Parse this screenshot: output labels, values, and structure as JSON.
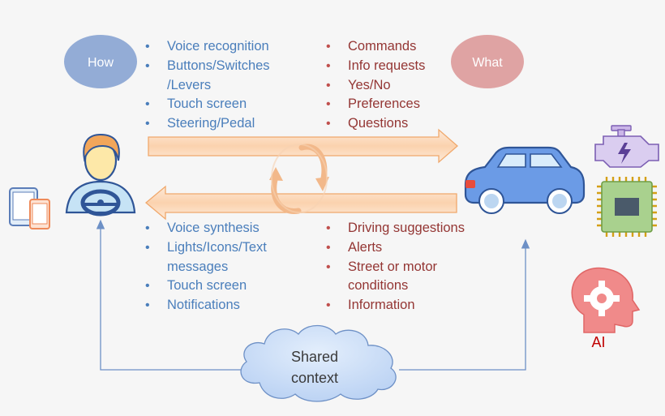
{
  "labels": {
    "how": "How",
    "what": "What",
    "shared_context_line1": "Shared",
    "shared_context_line2": "context",
    "ai": "AI"
  },
  "input_methods": [
    {
      "line1": "Voice recognition"
    },
    {
      "line1": "Buttons/Switches",
      "line2": "/Levers"
    },
    {
      "line1": "Touch screen"
    },
    {
      "line1": "Steering/Pedal"
    }
  ],
  "input_content": [
    {
      "line1": "Commands"
    },
    {
      "line1": "Info requests"
    },
    {
      "line1": "Yes/No"
    },
    {
      "line1": "Preferences"
    },
    {
      "line1": "Questions"
    }
  ],
  "output_methods": [
    {
      "line1": "Voice synthesis"
    },
    {
      "line1": "Lights/Icons/Text",
      "line2": "messages"
    },
    {
      "line1": "Touch screen"
    },
    {
      "line1": "Notifications"
    }
  ],
  "output_content": [
    {
      "line1": "Driving suggestions"
    },
    {
      "line1": "Alerts"
    },
    {
      "line1": "Street or motor",
      "line2": "conditions"
    },
    {
      "line1": "Information"
    }
  ],
  "icons": {
    "driver": "driver-icon",
    "devices": "devices-icon",
    "car": "car-icon",
    "engine": "engine-icon",
    "chip": "chip-icon",
    "ai_head": "ai-head-icon",
    "cycle": "cycle-arrows-icon",
    "cloud": "cloud-icon"
  },
  "colors": {
    "how_bubble": "#93acd6",
    "what_bubble": "#dfa3a3",
    "blue_text": "#4a7ebb",
    "red_text": "#943634",
    "arrow_fill": "#fad9bd",
    "arrow_stroke": "#f0a86c",
    "cloud_fill": "#c6daf7",
    "connector": "#6d90c6",
    "car_body": "#6b9be6",
    "ai_head": "#f08a8a",
    "ai_text": "#c00000"
  }
}
